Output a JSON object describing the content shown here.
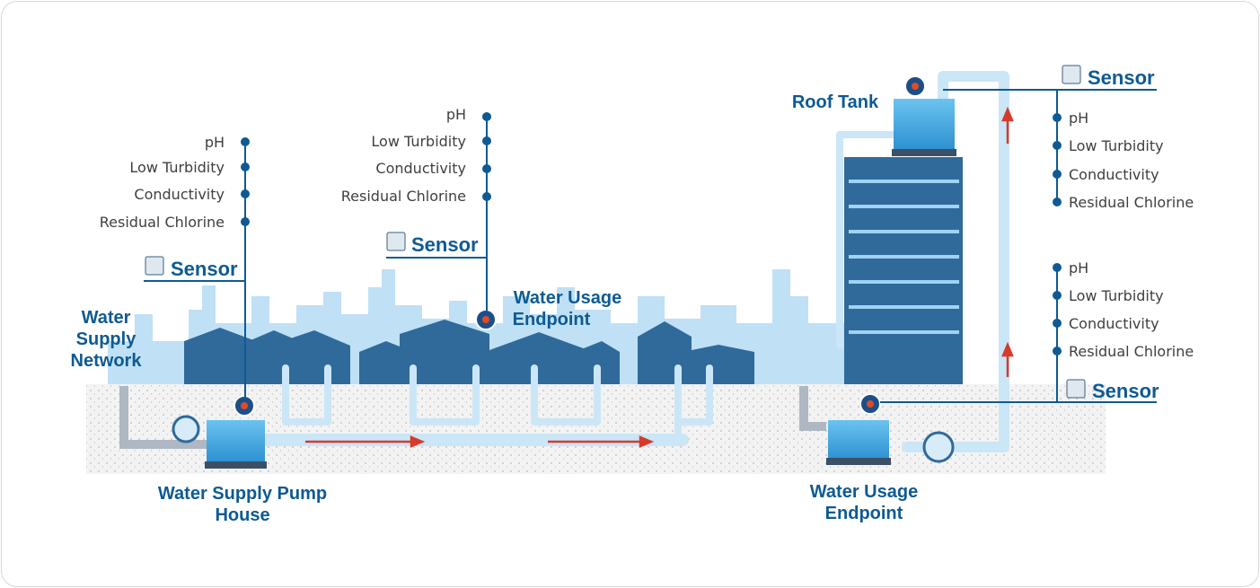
{
  "params": {
    "ph": "pH",
    "turbidity": "Low Turbidity",
    "conductivity": "Conductivity",
    "chlorine": "Residual Chlorine"
  },
  "sensor_label": "Sensor",
  "labels": {
    "network_line1": "Water",
    "network_line2": "Supply",
    "network_line3": "Network",
    "pump_line1": "Water Supply Pump",
    "pump_line2": "House",
    "usage_mid_line1": "Water Usage",
    "usage_mid_line2": "Endpoint",
    "roof_tank": "Roof Tank",
    "usage_right_line1": "Water Usage",
    "usage_right_line2": "Endpoint"
  },
  "colors": {
    "accent": "#0e5a93",
    "house": "#2f6a9b",
    "skyline": "#bfe0f5",
    "pipe": "#cbe6f7",
    "arrow": "#d83a2a"
  }
}
